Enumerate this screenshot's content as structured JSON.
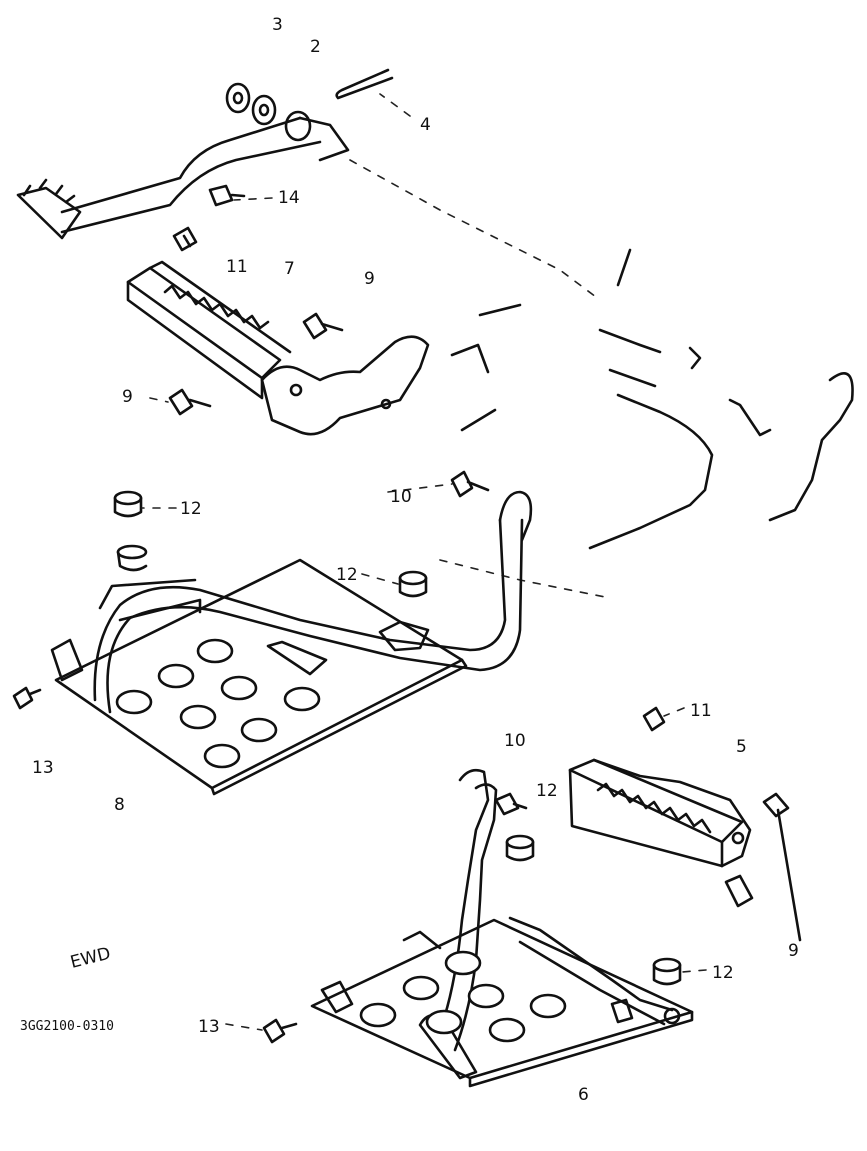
{
  "callouts": {
    "p3": "3",
    "p2": "2",
    "p4": "4",
    "p14": "14",
    "p11a": "11",
    "p7": "7",
    "p9a": "9",
    "p9b": "9",
    "p10a": "10",
    "p12a": "12",
    "p12b": "12",
    "p13a": "13",
    "p8": "8",
    "p11b": "11",
    "p5": "5",
    "p10b": "10",
    "p12c": "12",
    "p9c": "9",
    "p12d": "12",
    "p13b": "13",
    "p6": "6"
  },
  "drawing_code": "3GG2100-0310",
  "mark": "EWD"
}
